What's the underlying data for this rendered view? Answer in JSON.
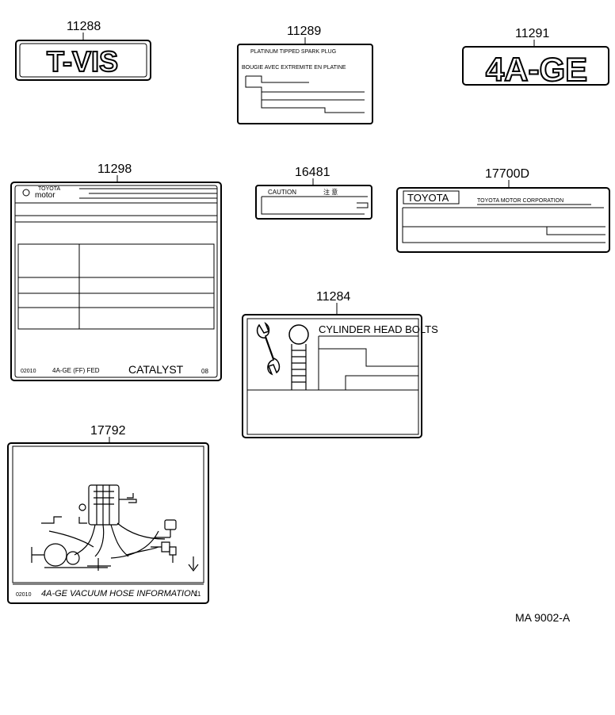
{
  "parts": {
    "p11288": {
      "number": "11288",
      "label_text": "T-VIS"
    },
    "p11289": {
      "number": "11289",
      "line1": "PLATINUM TIPPED SPARK PLUG",
      "line2": "BOUGIE AVEC EXTREMITE EN PLATINE"
    },
    "p11291": {
      "number": "11291",
      "label_text": "4A-GE"
    },
    "p11298": {
      "number": "11298",
      "brand": "motor",
      "brand_small": "TOYOTA",
      "code": "02010",
      "engine": "4A-GE (FF) FED",
      "catalyst": "CATALYST",
      "suffix": "08"
    },
    "p16481": {
      "number": "16481",
      "caution": "CAUTION",
      "caution_jp": "注 意"
    },
    "p17700D": {
      "number": "17700D",
      "brand": "TOYOTA",
      "corp": "TOYOTA MOTOR CORPORATION"
    },
    "p11284": {
      "number": "11284",
      "title": "CYLINDER HEAD BOLTS"
    },
    "p17792": {
      "number": "17792",
      "code": "02010",
      "title": "4A-GE VACUUM HOSE INFORMATION",
      "suffix": "11"
    }
  },
  "diagram_ref": "MA 9002-A"
}
